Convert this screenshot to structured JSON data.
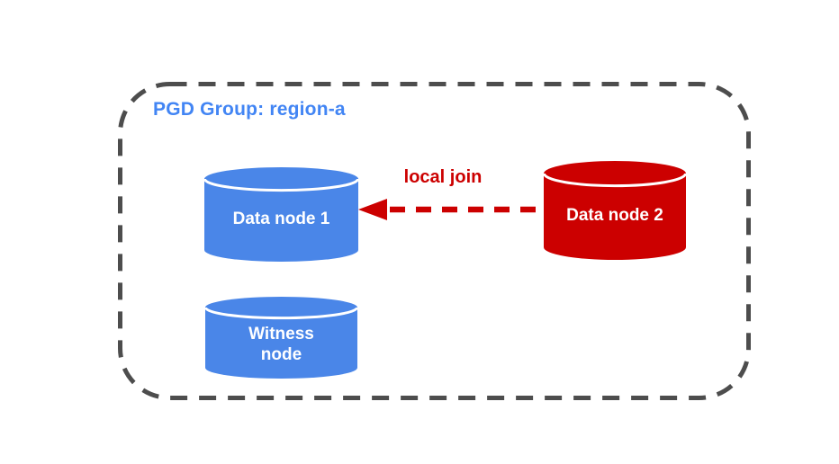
{
  "group": {
    "label": "PGD Group: region-a",
    "label_color": "#4285f4",
    "border_color": "#4d4d4d",
    "border_style": "dashed"
  },
  "nodes": {
    "data1": {
      "label": "Data node 1",
      "type": "data",
      "color": "#4a86e8"
    },
    "data2": {
      "label": "Data node 2",
      "type": "data",
      "color": "#cc0000"
    },
    "witness": {
      "label": "Witness\nnode",
      "type": "witness",
      "color": "#4a86e8"
    }
  },
  "arrow": {
    "label": "local join",
    "color": "#cc0000",
    "style": "dashed",
    "from": "Data node 2",
    "to": "Data node 1"
  }
}
